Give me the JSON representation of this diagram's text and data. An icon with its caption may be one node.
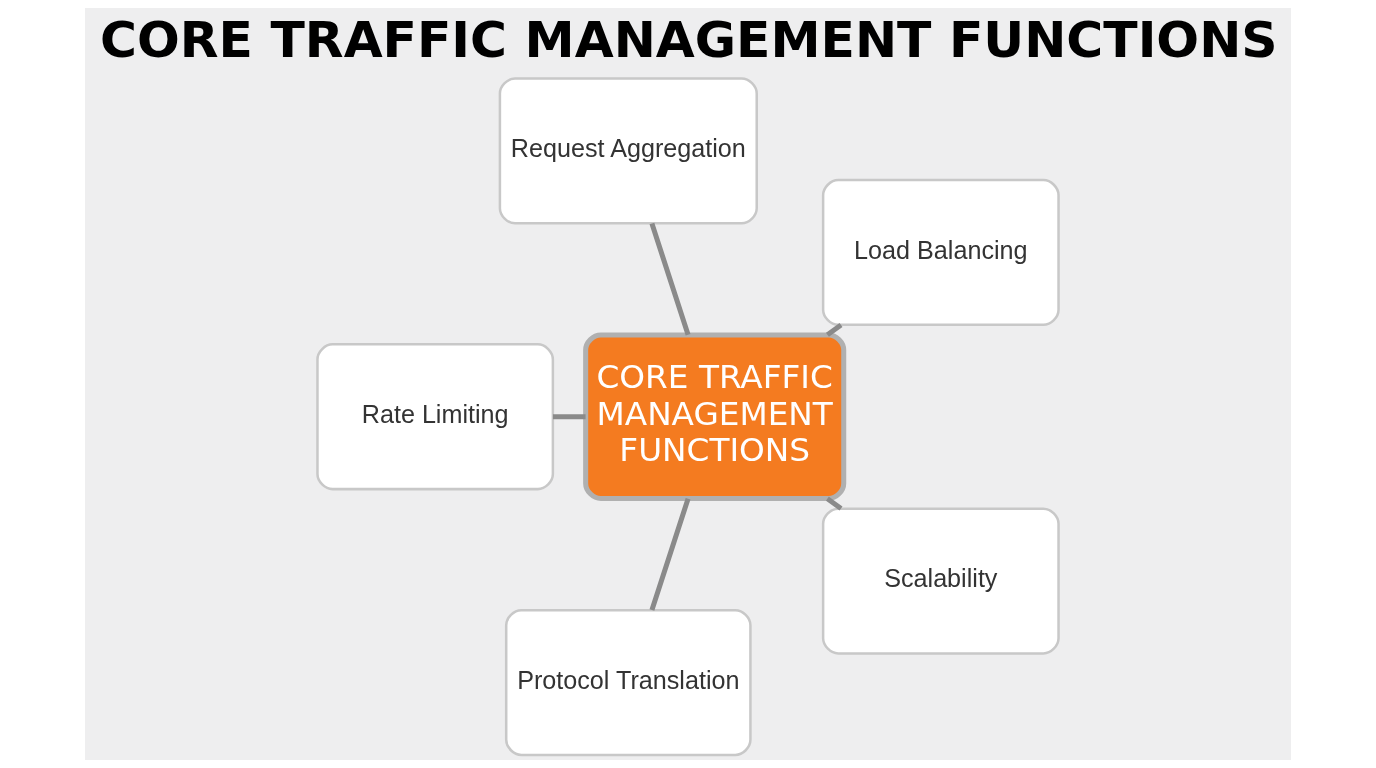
{
  "diagram": {
    "title": "CORE TRAFFIC MANAGEMENT FUNCTIONS",
    "nodes": [
      {
        "text": [
          "CORE TRAFFIC MANAGEMENT FUNCTIONS"
        ]
      },
      {
        "text": [
          "Load Balancing"
        ]
      },
      {
        "text": [
          "Request Aggregation"
        ]
      },
      {
        "text": [
          "Rate Limiting"
        ]
      },
      {
        "text": [
          "Protocol Translation"
        ]
      },
      {
        "text": [
          "Scalability"
        ]
      }
    ],
    "edges": [
      {
        "from": 0,
        "to": 1,
        "arrow": "none"
      },
      {
        "from": 0,
        "to": 2,
        "arrow": "none"
      },
      {
        "from": 0,
        "to": 3,
        "arrow": "none"
      },
      {
        "from": 0,
        "to": 4,
        "arrow": "none"
      },
      {
        "from": 0,
        "to": 5,
        "arrow": "none"
      }
    ]
  }
}
